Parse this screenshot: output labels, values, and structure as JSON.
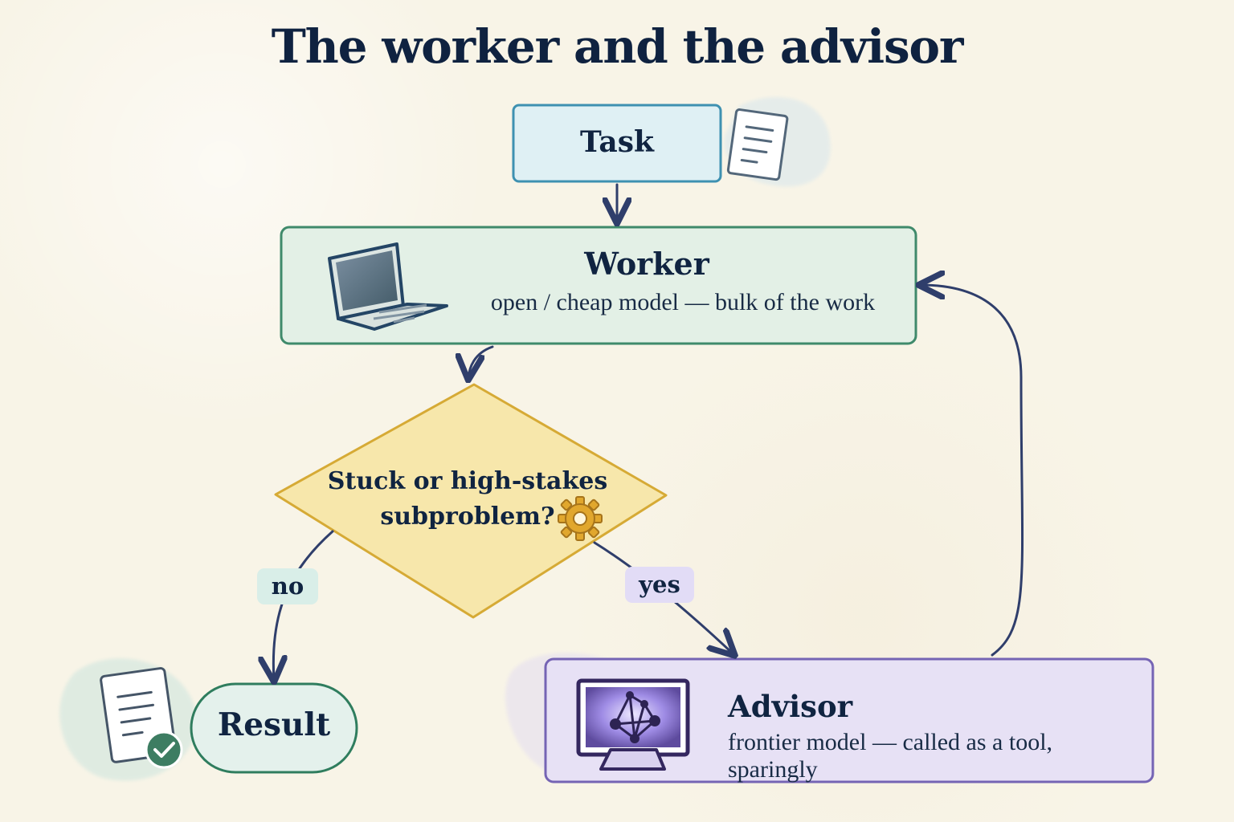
{
  "title": "The worker and the advisor",
  "nodes": {
    "task": {
      "label": "Task"
    },
    "worker": {
      "label": "Worker",
      "description": "open / cheap model — bulk of the work"
    },
    "decision": {
      "line1": "Stuck or high-stakes",
      "line2": "subproblem?"
    },
    "result": {
      "label": "Result"
    },
    "advisor": {
      "label": "Advisor",
      "description": "frontier model — called as a tool, sparingly"
    }
  },
  "edge_labels": {
    "no": "no",
    "yes": "yes"
  },
  "icons": {
    "task": "document-icon",
    "worker": "laptop-icon",
    "decision": "gear-icon",
    "result": "approved-document-icon",
    "advisor": "network-monitor-icon"
  },
  "colors": {
    "background": "#f8f4e7",
    "text": "#102441",
    "task_fill": "#dff0f4",
    "task_border": "#3e91b1",
    "worker_fill": "#e3f0e6",
    "worker_border": "#3f8a6b",
    "decision_fill": "#f7e7ab",
    "decision_border": "#d6aa35",
    "result_fill": "#e4f1ec",
    "result_border": "#2f7d5e",
    "advisor_fill": "#e7e1f5",
    "advisor_border": "#7564b4",
    "connector": "#2f3e6b"
  }
}
